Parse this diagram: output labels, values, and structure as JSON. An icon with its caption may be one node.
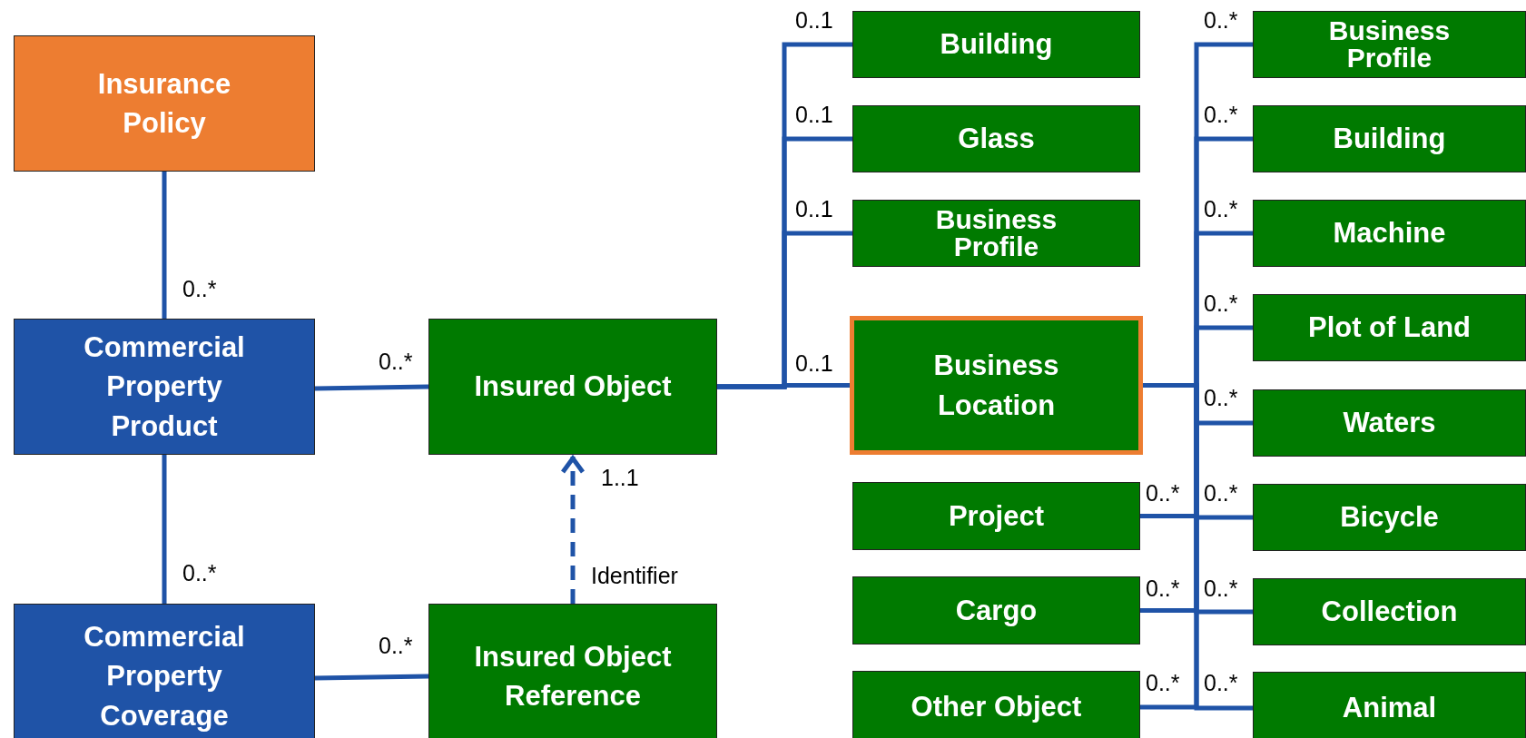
{
  "diagram": {
    "nodes": [
      {
        "text": [
          "Insurance Policy"
        ]
      },
      {
        "text": [
          "Commercial Property Product"
        ]
      },
      {
        "text": [
          "Commercial Property Coverage"
        ]
      },
      {
        "text": [
          "Insured Object"
        ]
      },
      {
        "text": [
          "Insured Object Reference"
        ]
      },
      {
        "text": [
          "Building"
        ]
      },
      {
        "text": [
          "Glass"
        ]
      },
      {
        "text": [
          "Business Profile"
        ]
      },
      {
        "text": [
          "Business Location"
        ]
      },
      {
        "text": [
          "Project"
        ]
      },
      {
        "text": [
          "Cargo"
        ]
      },
      {
        "text": [
          "Other Object"
        ]
      },
      {
        "text": [
          "Business Profile"
        ]
      },
      {
        "text": [
          "Building"
        ]
      },
      {
        "text": [
          "Machine"
        ]
      },
      {
        "text": [
          "Plot of Land"
        ]
      },
      {
        "text": [
          "Waters"
        ]
      },
      {
        "text": [
          "Bicycle"
        ]
      },
      {
        "text": [
          "Collection"
        ]
      },
      {
        "text": [
          "Animal"
        ]
      }
    ],
    "edges": [
      {
        "from": 0,
        "to": 1,
        "arrow": "none",
        "label": "0..*"
      },
      {
        "from": 1,
        "to": 2,
        "arrow": "none",
        "label": "0..*"
      },
      {
        "from": 1,
        "to": 3,
        "arrow": "none",
        "label": "0..*"
      },
      {
        "from": 2,
        "to": 4,
        "arrow": "none",
        "label": "0..*"
      },
      {
        "from": 4,
        "to": 3,
        "arrow": "to",
        "label": "Identifier",
        "style": "dashed"
      },
      {
        "from": 3,
        "to": 5,
        "arrow": "none",
        "label": "0..1"
      },
      {
        "from": 3,
        "to": 6,
        "arrow": "none",
        "label": "0..1"
      },
      {
        "from": 3,
        "to": 7,
        "arrow": "none",
        "label": "0..1"
      },
      {
        "from": 3,
        "to": 8,
        "arrow": "none",
        "label": "0..1"
      },
      {
        "from": 8,
        "to": 12,
        "arrow": "none",
        "label": "0..*"
      },
      {
        "from": 8,
        "to": 13,
        "arrow": "none",
        "label": "0..*"
      },
      {
        "from": 8,
        "to": 14,
        "arrow": "none",
        "label": "0..*"
      },
      {
        "from": 8,
        "to": 15,
        "arrow": "none",
        "label": "0..*"
      },
      {
        "from": 8,
        "to": 16,
        "arrow": "none",
        "label": "0..*"
      },
      {
        "from": 8,
        "to": 17,
        "arrow": "none",
        "label": "0..*"
      },
      {
        "from": 8,
        "to": 18,
        "arrow": "none",
        "label": "0..*"
      },
      {
        "from": 8,
        "to": 19,
        "arrow": "none",
        "label": "0..*"
      },
      {
        "from": 8,
        "to": 9,
        "arrow": "none",
        "label": "0..*"
      },
      {
        "from": 8,
        "to": 10,
        "arrow": "none",
        "label": "0..*"
      },
      {
        "from": 8,
        "to": 11,
        "arrow": "none",
        "label": "0..*"
      }
    ],
    "labels": [
      "1..1"
    ]
  }
}
